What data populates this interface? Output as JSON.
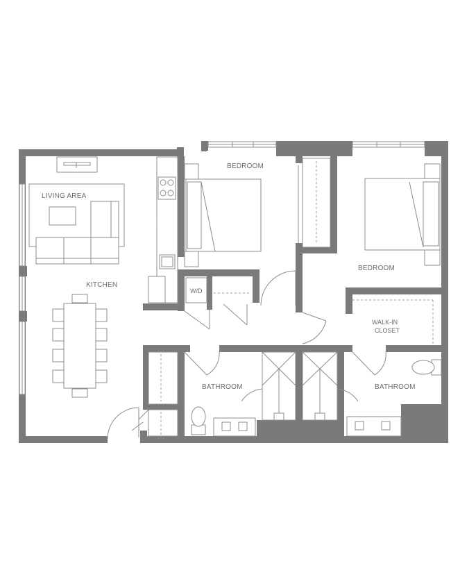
{
  "floor_plan": {
    "rooms": {
      "living_area": "LIVING AREA",
      "kitchen": "KITCHEN",
      "bedroom_1": "BEDROOM",
      "bedroom_2": "BEDROOM",
      "washer_dryer": "W/D",
      "walk_in_closet_line1": "WALK-IN",
      "walk_in_closet_line2": "CLOSET",
      "bathroom_1": "BATHROOM",
      "bathroom_2": "BATHROOM"
    },
    "colors": {
      "walls": "#7a7a7a",
      "lines": "#8c8c8c",
      "labels": "#6b6b6b",
      "background": "#ffffff"
    }
  }
}
